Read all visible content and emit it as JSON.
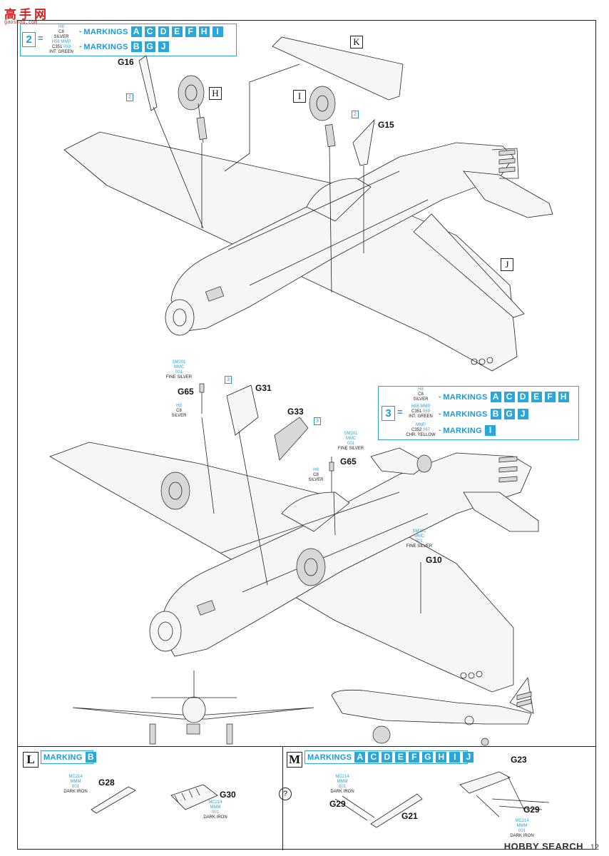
{
  "watermark": {
    "chars": [
      "高",
      "手",
      "网"
    ],
    "url": "gaoshou.com"
  },
  "callout_step2": {
    "number": "2",
    "eq": "=",
    "colors": [
      {
        "code": "H8",
        "brand": "C8",
        "name": "SILVER"
      },
      {
        "code": "H58",
        "brand2": "MMP",
        "brand": "C351",
        "code2": "059",
        "name": "INT. GREEN"
      }
    ],
    "rows": [
      {
        "label": "MARKINGS",
        "letters": [
          "A",
          "C",
          "D",
          "E",
          "F",
          "H",
          "I"
        ]
      },
      {
        "label": "MARKINGS",
        "letters": [
          "B",
          "G",
          "J"
        ]
      }
    ]
  },
  "callout_step3": {
    "number": "3",
    "eq": "=",
    "colors": [
      {
        "code": "H8",
        "brand": "C8",
        "name": "SILVER"
      },
      {
        "code": "H58",
        "brand2": "MMP",
        "brand": "C351",
        "code2": "059",
        "name": "INT. GREEN"
      },
      {
        "brand2": "MMP",
        "brand": "C352",
        "code2": "067",
        "name": "CHR. YELLOW"
      }
    ],
    "rows": [
      {
        "label": "MARKINGS",
        "letters": [
          "A",
          "C",
          "D",
          "E",
          "F",
          "H"
        ]
      },
      {
        "label": "MARKINGS",
        "letters": [
          "B",
          "G",
          "J"
        ]
      },
      {
        "label": "MARKING",
        "letters": [
          "I"
        ]
      }
    ]
  },
  "parts": {
    "g16": "G16",
    "g15": "G15",
    "g31": "G31",
    "g33": "G33",
    "g65a": "G65",
    "g65b": "G65",
    "g10": "G10",
    "g28": "G28",
    "g30": "G30",
    "g29a": "G29",
    "g21": "G21",
    "g23": "G23",
    "g29b": "G29"
  },
  "boxlets": {
    "k": "K",
    "h": "H",
    "i": "I",
    "j": "J"
  },
  "step_minis": {
    "a": "2",
    "b": "2",
    "c": "3",
    "d": "3"
  },
  "paint_labels": {
    "sm201_a": {
      "line1": "SM201",
      "line2": "MMC",
      "line3": "001",
      "name": "FINE SILVER"
    },
    "h8_a": {
      "line1": "H8",
      "line2": "C8",
      "name": "SILVER"
    },
    "sm201_b": {
      "line1": "SM201",
      "line2": "MMC",
      "line3": "001",
      "name": "FINE SILVER"
    },
    "h8_b": {
      "line1": "H8",
      "line2": "C8",
      "name": "SILVER"
    },
    "sm201_c": {
      "line1": "SM201",
      "line2": "MMC",
      "line3": "001",
      "name": "FINE SILVER"
    },
    "mc214_a": {
      "line1": "MC214",
      "line2": "MMM",
      "line3": "001",
      "name": "DARK IRON"
    },
    "mc214_b": {
      "line1": "MC214",
      "line2": "MMM",
      "line3": "001",
      "name": "DARK IRON"
    },
    "mc214_c": {
      "line1": "MC214",
      "line2": "MMM",
      "line3": "001",
      "name": "DARK IRON"
    },
    "mc214_d": {
      "line1": "MC214",
      "line2": "MMM",
      "line3": "001",
      "name": "DARK IRON"
    }
  },
  "section_l": {
    "letter": "L",
    "marking_label": "MARKING",
    "letters": [
      "B"
    ]
  },
  "section_m": {
    "letter": "M",
    "marking_label": "MARKINGS",
    "letters": [
      "A",
      "C",
      "D",
      "E",
      "F",
      "G",
      "H",
      "I",
      "J"
    ]
  },
  "footer": {
    "brand": "HOBBY SEARCH",
    "page": "12"
  },
  "colors": {
    "accent": "#1a9bd6",
    "box_fill": "#2aa7d8",
    "line": "#222222"
  }
}
